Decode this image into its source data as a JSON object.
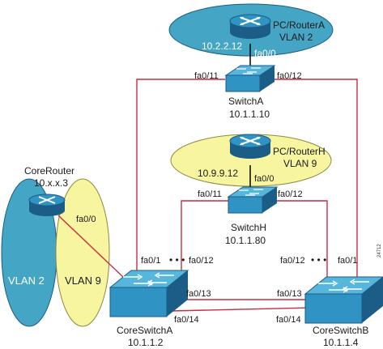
{
  "colors": {
    "vlan2_fill": "#45a5c5",
    "vlan9_fill": "#f7f5a0",
    "link": "#c62f3f",
    "device_blue": "#2f93c4",
    "device_dark": "#1b5d86"
  },
  "routerA": {
    "name": "PC/RouterA",
    "vlan": "VLAN 2",
    "ip": "10.2.2.12",
    "port": "fa0/0"
  },
  "switchA": {
    "name": "SwitchA",
    "ip": "10.1.1.10",
    "port_left": "fa0/11",
    "port_right": "fa0/12"
  },
  "routerH": {
    "name": "PC/RouterH",
    "vlan": "VLAN 9",
    "ip": "10.9.9.12",
    "port": "fa0/0"
  },
  "switchH": {
    "name": "SwitchH",
    "ip": "10.1.1.80",
    "port_left": "fa0/11",
    "port_right": "fa0/12"
  },
  "coreRouter": {
    "name": "CoreRouter",
    "ip": "10.x.x.3",
    "port": "fa0/0",
    "vlan_left": "VLAN 2",
    "vlan_right": "VLAN 9"
  },
  "coreSwitchA": {
    "name": "CoreSwitchA",
    "ip": "10.1.1.2",
    "port_a": "fa0/1",
    "port_b": "fa0/12",
    "port_c": "fa0/13",
    "port_d": "fa0/14",
    "dots": "• • •"
  },
  "coreSwitchB": {
    "name": "CoreSwitchB",
    "ip": "10.1.1.4",
    "port_a": "fa0/12",
    "port_b": "fa0/1",
    "port_c": "fa0/13",
    "port_d": "fa0/14",
    "dots": "• • •"
  },
  "side_code": "24712"
}
